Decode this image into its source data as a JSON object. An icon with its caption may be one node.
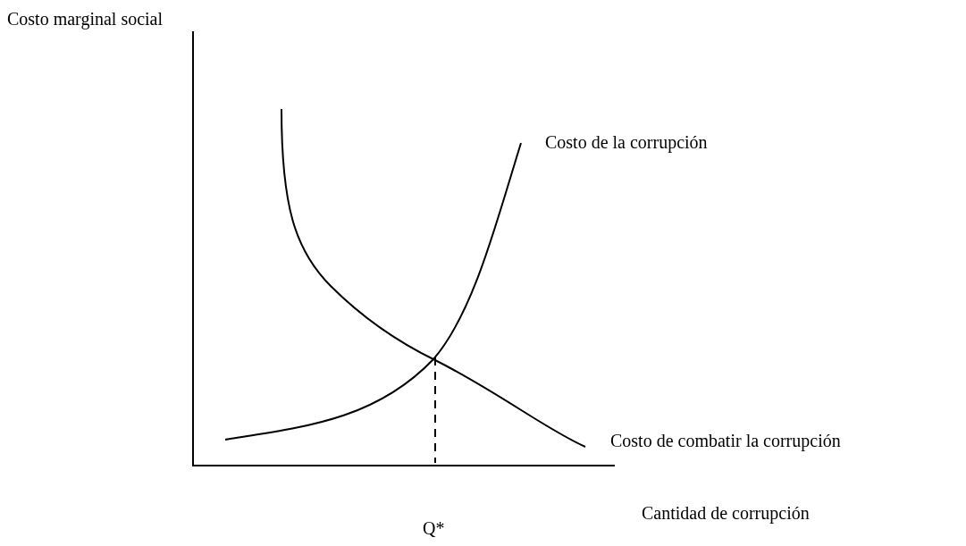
{
  "diagram": {
    "labels": [
      "Costo marginal social",
      "Costo de la corrupción",
      "Costo de combatir la corrupción",
      "Cantidad de corrupción",
      "Q*"
    ]
  }
}
